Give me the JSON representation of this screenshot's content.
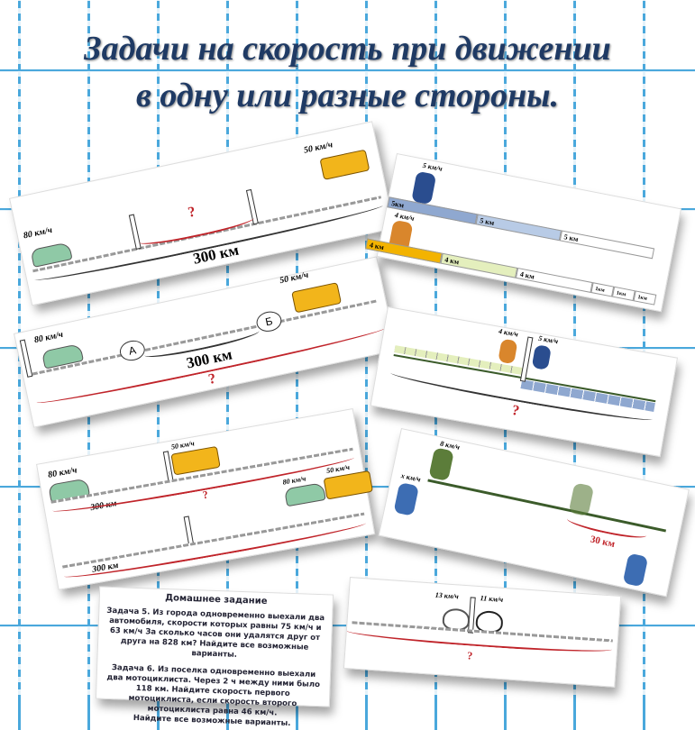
{
  "title": {
    "line1": "Задачи на скорость при движении",
    "line2": "в одну или разные стороны."
  },
  "card1": {
    "car_speed": "80 км/ч",
    "bus_speed": "50 км/ч",
    "question": "?",
    "distance": "300 км"
  },
  "card2": {
    "car_speed": "80 км/ч",
    "bus_speed": "50 км/ч",
    "point_a": "А",
    "point_b": "Б",
    "distance": "300 км",
    "question": "?"
  },
  "card3": {
    "man_speed": "5 км/ч",
    "boy_speed": "4 км/ч",
    "blue_segments": [
      "5км",
      "5 км",
      "5 км"
    ],
    "orange_segments": [
      "4 км",
      "4 км",
      "4 км"
    ],
    "small_segments": [
      "1км",
      "1км",
      "1км"
    ]
  },
  "card4": {
    "boy_speed": "4 км/ч",
    "man_speed": "5 км/ч",
    "question": "?"
  },
  "card5": {
    "car_speed_top": "80 км/ч",
    "bus_speed_top": "50 км/ч",
    "distance_top": "300 км",
    "question": "?",
    "car_speed_mid": "80 км/ч",
    "bus_speed_mid": "50 км/ч",
    "distance_bottom": "300 км"
  },
  "card6": {
    "speed_top": "8 км/ч",
    "speed_bottom": "х км/ч",
    "distance": "30 км"
  },
  "card7": {
    "left_speed": "13 км/ч",
    "right_speed": "11 км/ч",
    "question": "?"
  },
  "homework": {
    "heading": "Домашнее задание",
    "task5": "Задача 5.   Из города одновременно выехали два автомобиля, скорости которых равны 75 км/ч и 63 км/ч За сколько часов они удалятся друг от друга на 828 км? Найдите все возможные варианты.",
    "task6": "Задача 6. Из поселка одновременно выехали два мотоциклиста. Через 2 ч между ними было 118 км. Найдите скорость первого мотоциклиста, если скорость второго мотоциклиста равна 46 км/ч.",
    "task6_tail": "Найдите все возможные варианты."
  }
}
